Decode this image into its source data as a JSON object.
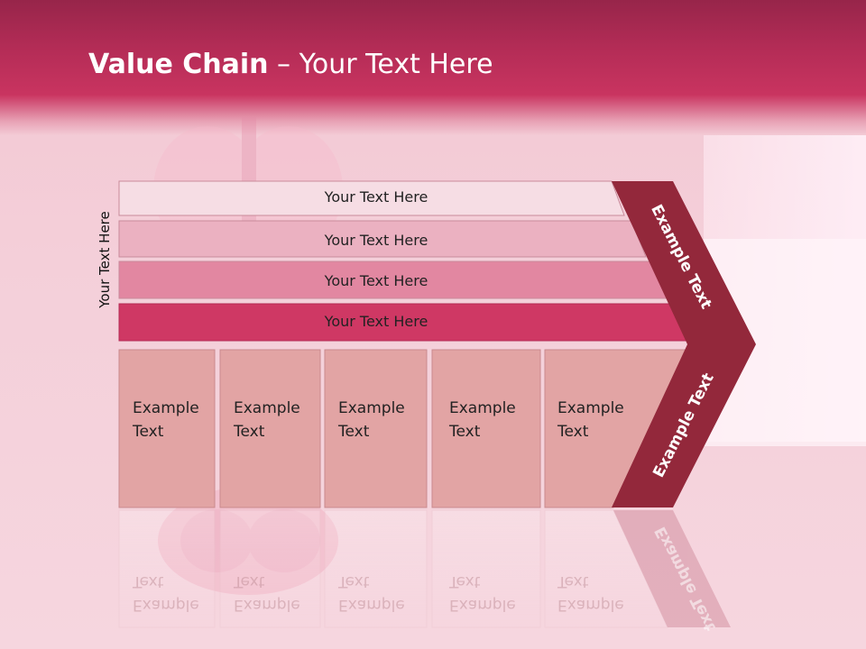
{
  "slide": {
    "title_bold": "Value Chain",
    "title_rest": " – Your Text Here",
    "vertical_label": "Your Text Here"
  },
  "bars": [
    {
      "label": "Your Text Here",
      "color": "#f6dde4"
    },
    {
      "label": "Your Text Here",
      "color": "#ebb1c1"
    },
    {
      "label": "Your Text Here",
      "color": "#e287a1"
    },
    {
      "label": "Your Text Here",
      "color": "#cf3864"
    }
  ],
  "cells": [
    {
      "line1": "Example",
      "line2": "Text"
    },
    {
      "line1": "Example",
      "line2": "Text"
    },
    {
      "line1": "Example",
      "line2": "Text"
    },
    {
      "line1": "Example",
      "line2": "Text"
    },
    {
      "line1": "Example",
      "line2": "Text"
    }
  ],
  "chevron": {
    "top_label": "Example Text",
    "bottom_label": "Example Text",
    "color": "#93283b"
  },
  "colors": {
    "header": "#b32c56",
    "cell_fill": "#e2a4a4",
    "cell_border": "#c98a8e"
  }
}
